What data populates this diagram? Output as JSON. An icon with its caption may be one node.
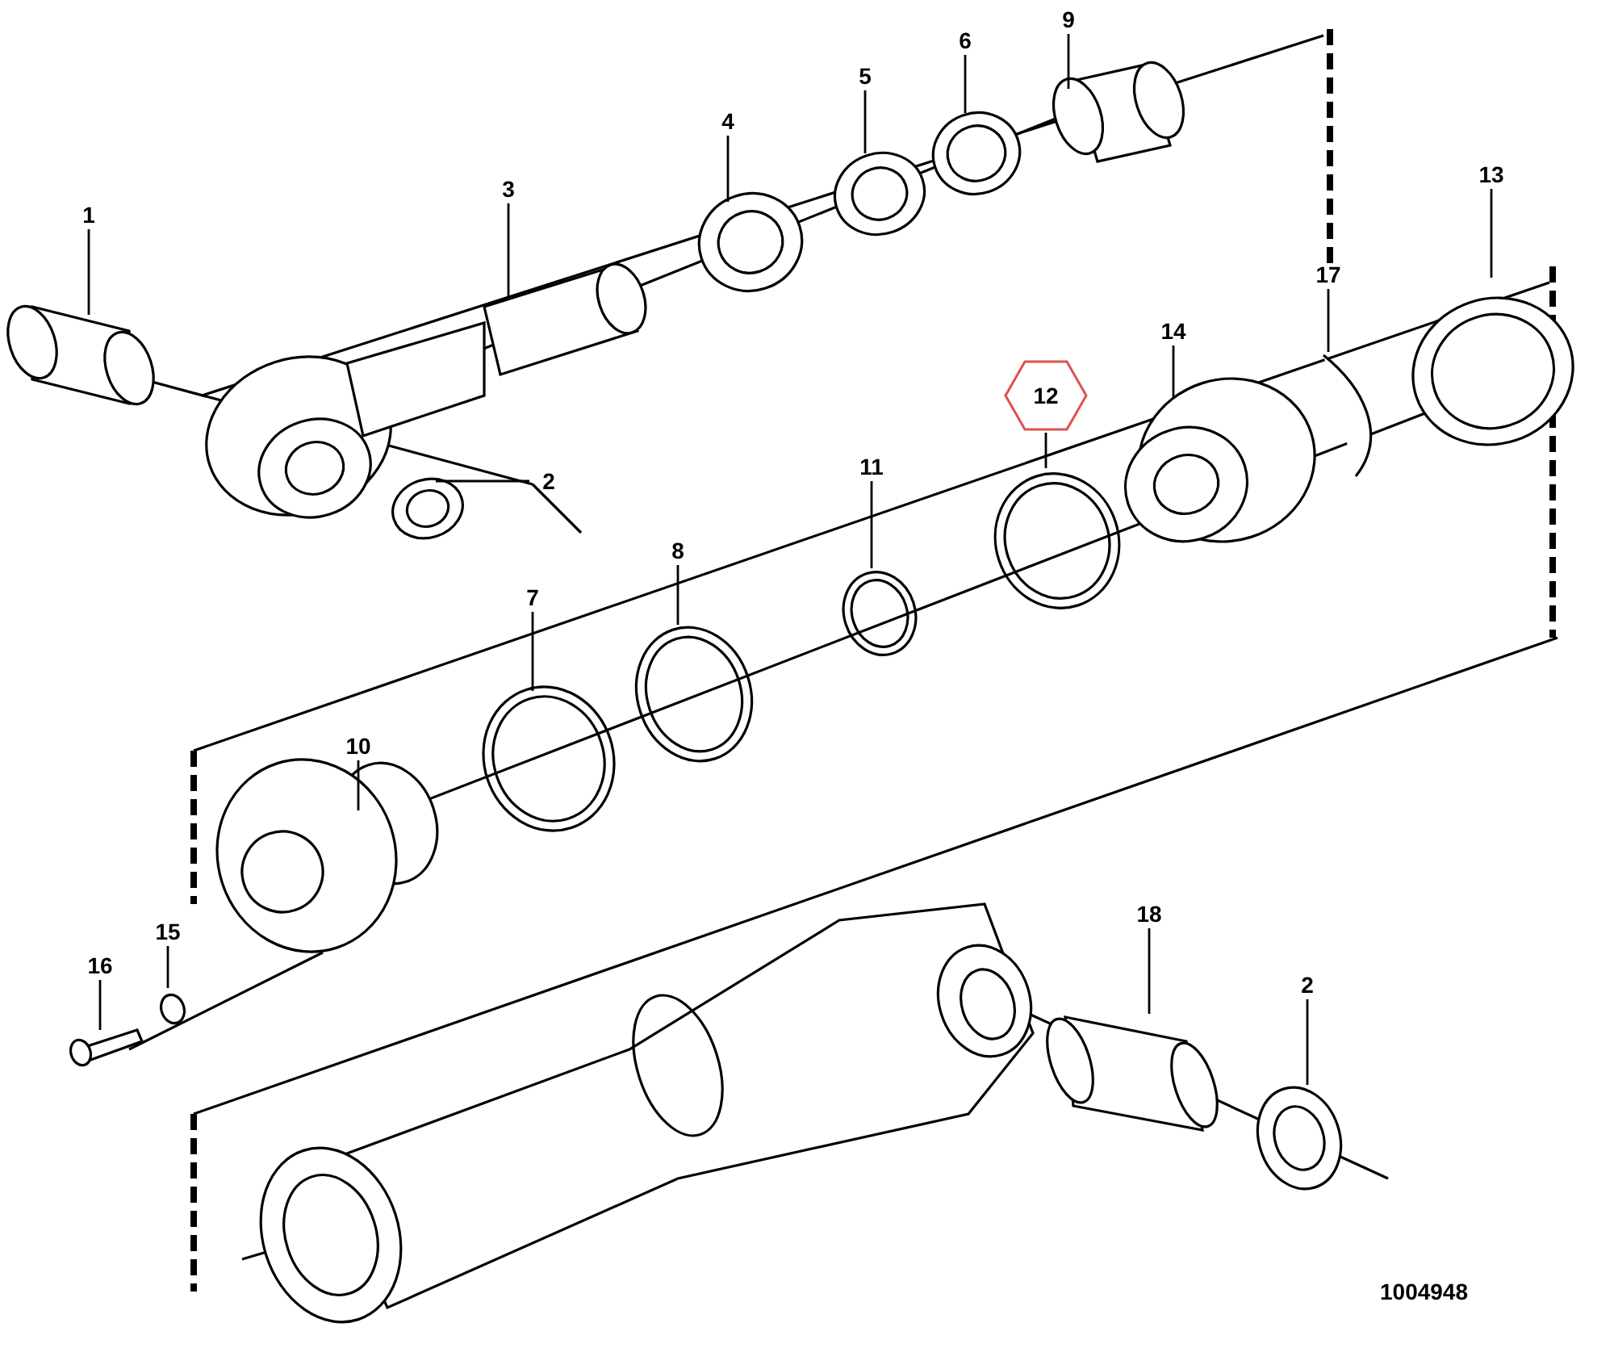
{
  "diagram": {
    "nodes": [
      {
        "text": [
          "1"
        ]
      },
      {
        "text": [
          "3"
        ]
      },
      {
        "text": [
          "4"
        ]
      },
      {
        "text": [
          "5"
        ]
      },
      {
        "text": [
          "6"
        ]
      },
      {
        "text": [
          "9"
        ]
      },
      {
        "text": [
          "13"
        ]
      },
      {
        "text": [
          "2"
        ]
      },
      {
        "text": [
          "17"
        ]
      },
      {
        "text": [
          "14"
        ]
      },
      {
        "text": [
          "12"
        ]
      },
      {
        "text": [
          "11"
        ]
      },
      {
        "text": [
          "8"
        ]
      },
      {
        "text": [
          "7"
        ]
      },
      {
        "text": [
          "10"
        ]
      },
      {
        "text": [
          "15"
        ]
      },
      {
        "text": [
          "16"
        ]
      },
      {
        "text": [
          "18"
        ]
      },
      {
        "text": [
          "2"
        ]
      }
    ],
    "edges": [
      {
        "from": 0,
        "to": null,
        "arrow": "none"
      },
      {
        "from": 1,
        "to": null,
        "arrow": "none"
      },
      {
        "from": 2,
        "to": null,
        "arrow": "none"
      },
      {
        "from": 3,
        "to": null,
        "arrow": "none"
      },
      {
        "from": 4,
        "to": null,
        "arrow": "none"
      },
      {
        "from": 5,
        "to": null,
        "arrow": "none"
      },
      {
        "from": 6,
        "to": null,
        "arrow": "none"
      },
      {
        "from": 7,
        "to": null,
        "arrow": "none"
      },
      {
        "from": 8,
        "to": null,
        "arrow": "none"
      },
      {
        "from": 9,
        "to": null,
        "arrow": "none"
      },
      {
        "from": 10,
        "to": null,
        "arrow": "none"
      },
      {
        "from": 11,
        "to": null,
        "arrow": "none"
      },
      {
        "from": 12,
        "to": null,
        "arrow": "none"
      },
      {
        "from": 13,
        "to": null,
        "arrow": "none"
      },
      {
        "from": 14,
        "to": null,
        "arrow": "none"
      },
      {
        "from": 15,
        "to": null,
        "arrow": "none"
      },
      {
        "from": 16,
        "to": null,
        "arrow": "none"
      },
      {
        "from": 17,
        "to": null,
        "arrow": "none"
      },
      {
        "from": 18,
        "to": null,
        "arrow": "none"
      }
    ],
    "labels": [
      "1004948"
    ]
  }
}
